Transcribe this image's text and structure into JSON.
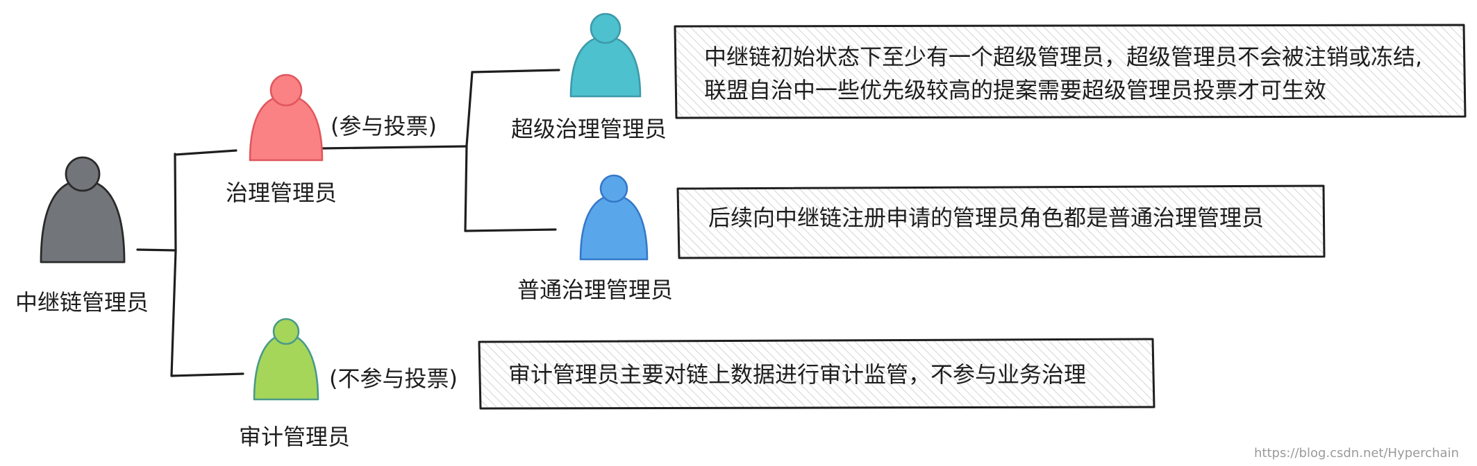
{
  "roles": {
    "chain_admin": {
      "label": "中继链管理员",
      "color": "#72757a"
    },
    "governance_admin": {
      "label": "治理管理员",
      "color": "#fa8285"
    },
    "super_admin": {
      "label": "超级治理管理员",
      "color": "#4ec1cf"
    },
    "normal_admin": {
      "label": "普通治理管理员",
      "color": "#5aa6eb"
    },
    "audit_admin": {
      "label": "审计管理员",
      "color": "#a5d65a"
    }
  },
  "edge_labels": {
    "vote": "(参与投票)",
    "no_vote": "(不参与投票)"
  },
  "notes": {
    "super_line1": "中继链初始状态下至少有一个超级管理员，超级管理员不会被注销或冻结,",
    "super_line2": "联盟自治中一些优先级较高的提案需要超级管理员投票才可生效",
    "normal": "后续向中继链注册申请的管理员角色都是普通治理管理员",
    "audit": "审计管理员主要对链上数据进行审计监管，不参与业务治理"
  },
  "watermark": "https://blog.csdn.net/Hyperchain"
}
